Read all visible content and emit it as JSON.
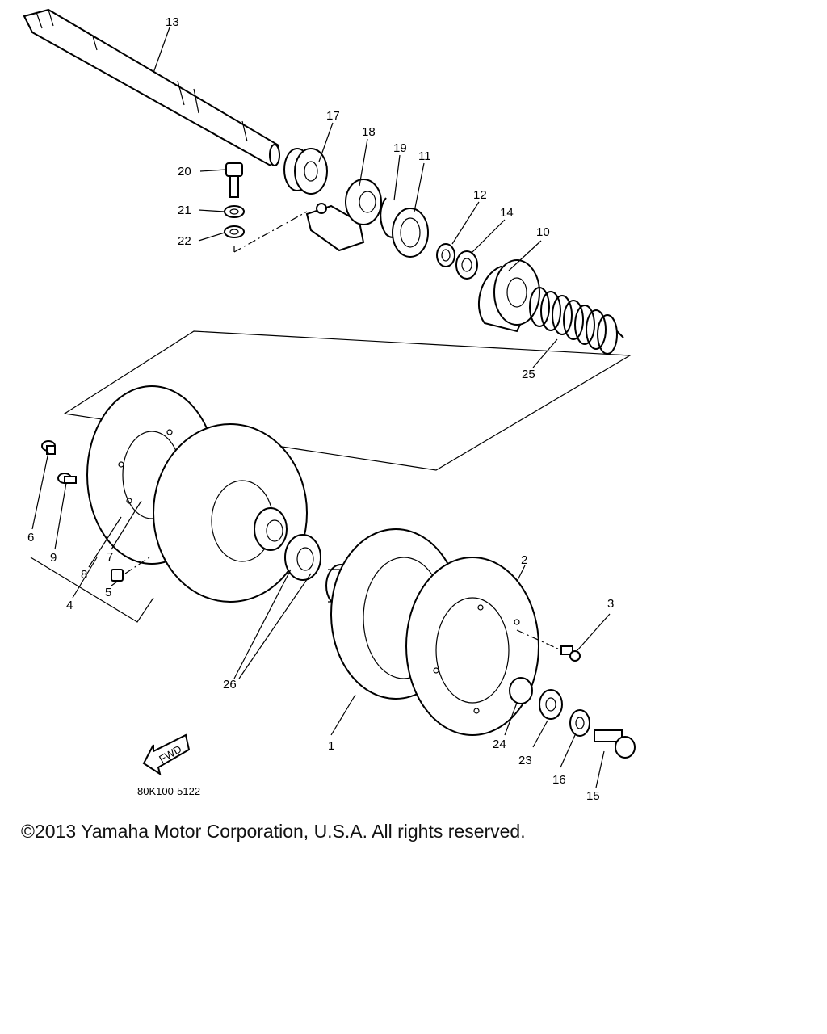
{
  "diagram": {
    "part_labels": {
      "p1": "1",
      "p2": "2",
      "p3": "3",
      "p4": "4",
      "p5": "5",
      "p6": "6",
      "p7": "7",
      "p8": "8",
      "p9": "9",
      "p10": "10",
      "p11": "11",
      "p12": "12",
      "p13": "13",
      "p14": "14",
      "p15": "15",
      "p16": "16",
      "p17": "17",
      "p18": "18",
      "p19": "19",
      "p20": "20",
      "p21": "21",
      "p22": "22",
      "p23": "23",
      "p24": "24",
      "p25": "25",
      "p26": "26"
    },
    "fwd_label": "FWD",
    "part_code": "80K100-5122"
  },
  "footer": {
    "copyright": "©2013 Yamaha Motor Corporation, U.S.A. All rights reserved."
  }
}
